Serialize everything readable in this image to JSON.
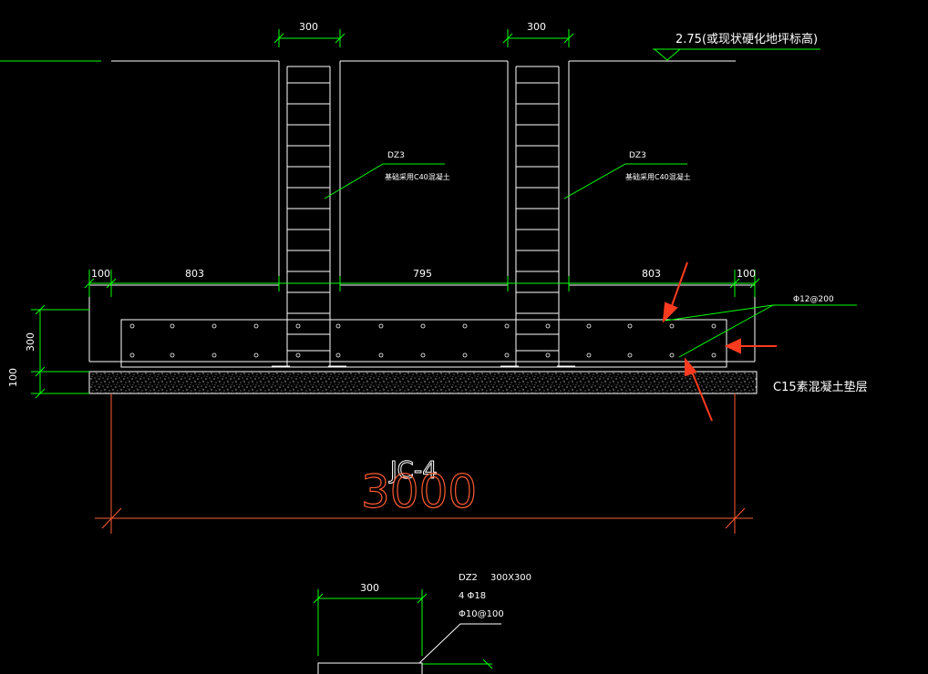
{
  "elevation": {
    "text": "2.75(或现状硬化地坪标高)"
  },
  "columns": {
    "left": {
      "width_label": "300",
      "tag": "DZ3",
      "note": "基础采用C40混凝土"
    },
    "right": {
      "width_label": "300",
      "tag": "DZ3",
      "note": "基础采用C40混凝土"
    }
  },
  "horizontal_dims": [
    "100",
    "803",
    "795",
    "803",
    "100"
  ],
  "vertical_dims": {
    "footing": "300",
    "cushion": "100"
  },
  "rebar_label": "Φ12@200",
  "cushion_label": "C15素混凝土垫层",
  "footing_name": "JC-4",
  "total_width": "3000",
  "detail": {
    "width_label": "300",
    "tag": "DZ2",
    "size": "300X300",
    "main_bars": "4 Φ18",
    "stirrups": "Φ10@100"
  },
  "colors": {
    "background": "#000000",
    "outline": "#ffffff",
    "dimension": "#00ff00",
    "leader": "#00ff00",
    "annotation_red": "#ff3b1f",
    "total_dim": "#ff5b33"
  }
}
